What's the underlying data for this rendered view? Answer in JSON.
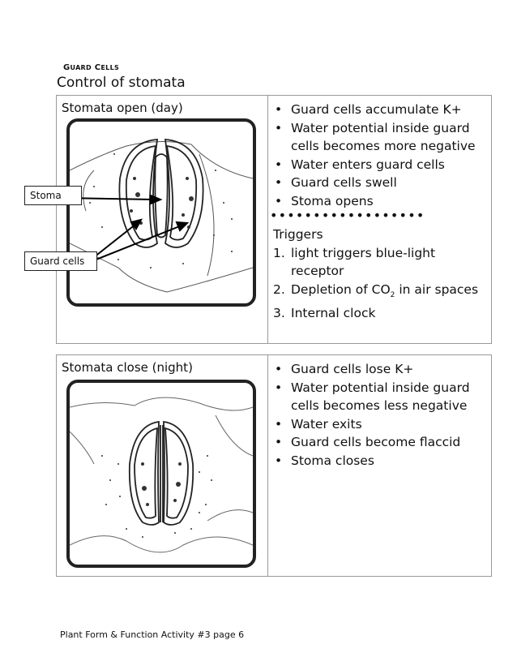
{
  "header": {
    "section": "GUARD CELLS",
    "section_first": "G",
    "section_rest": "UARD",
    "section_first2": "C",
    "section_rest2": "ELLS",
    "title": "Control of stomata"
  },
  "open_box": {
    "title": "Stomata open (day)",
    "bullets": [
      "Guard cells accumulate K+",
      "Water potential inside guard cells becomes more negative",
      "Water enters guard cells",
      "Guard cells swell",
      "Stoma opens"
    ],
    "separator": "••••••••••••••••••",
    "triggers_label": "Triggers",
    "triggers": [
      {
        "num": "1.",
        "text": "light triggers blue-light receptor"
      },
      {
        "num": "2.",
        "text_before": "Depletion of CO",
        "sub": "2",
        "text_after": " in air spaces"
      },
      {
        "num": "3.",
        "text": "Internal clock"
      }
    ],
    "labels": {
      "stoma": "Stoma",
      "guard_cells": "Guard cells"
    }
  },
  "close_box": {
    "title": "Stomata close (night)",
    "bullets": [
      "Guard cells lose K+",
      "Water potential inside guard cells becomes less negative",
      "Water exits",
      "Guard cells become flaccid",
      "Stoma closes"
    ]
  },
  "footer": "Plant Form & Function Activity #3 page 6",
  "bullet_glyph": "•"
}
